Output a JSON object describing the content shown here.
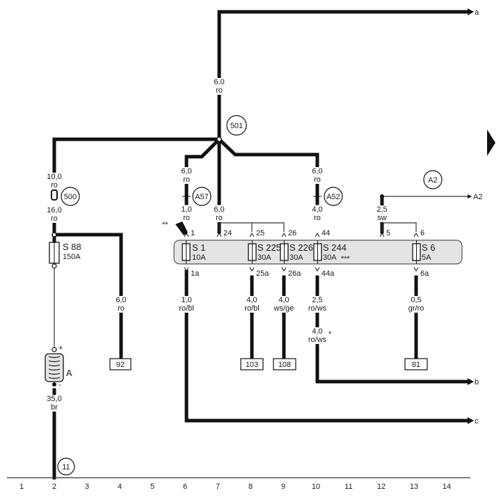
{
  "wires": {
    "top": {
      "size": "6,0",
      "color": "ro"
    },
    "left_top": {
      "size": "10,0",
      "color": "ro"
    },
    "left_bottom": {
      "size": "16,0",
      "color": "ro"
    },
    "s1_in_top": {
      "size": "6,0",
      "color": "ro"
    },
    "s1_in_bottom": {
      "size": "1,0",
      "color": "ro"
    },
    "s225_in": {
      "size": "6,0",
      "color": "ro"
    },
    "s244_in_top": {
      "size": "6,0",
      "color": "ro"
    },
    "s244_in_bottom": {
      "size": "4,0",
      "color": "ro"
    },
    "s6_in": {
      "size": "2,5",
      "color": "sw"
    },
    "to92": {
      "size": "6,0",
      "color": "ro"
    },
    "s1_out": {
      "size": "1,0",
      "color": "ro/bl"
    },
    "s225_out": {
      "size": "4,0",
      "color": "ro/bl"
    },
    "s226_out": {
      "size": "4,0",
      "color": "ws/ge"
    },
    "s244_out_1": {
      "size": "2,5",
      "color": "ro/ws"
    },
    "s244_out_2": {
      "size": "4,0",
      "color": "ro/ws"
    },
    "s6_out": {
      "size": "0,5",
      "color": "gr/ro"
    },
    "battery": {
      "size": "35,0",
      "color": "br"
    }
  },
  "connectors": {
    "c501": "501",
    "c500": "500",
    "a57": "A57",
    "a52": "A52",
    "a2": "A2",
    "c11": "11"
  },
  "edge_refs": {
    "a": "a",
    "b": "b",
    "c": "c",
    "a2": "A2"
  },
  "fuses": [
    {
      "id": "S 88",
      "amp": "150A",
      "in": "",
      "out": ""
    },
    {
      "id": "S 1",
      "amp": "10A",
      "in": "1",
      "out": "1a"
    },
    {
      "id": "S 225",
      "amp": "30A",
      "in": "25",
      "out": "25a"
    },
    {
      "id": "S 226",
      "amp": "30A",
      "in": "26",
      "out": "26a"
    },
    {
      "id": "S 244",
      "amp": "30A",
      "in": "44",
      "out": "44a"
    },
    {
      "id": "S 6",
      "amp": "5A",
      "in": "6",
      "out": "6a"
    }
  ],
  "pins": {
    "p24": "24",
    "p5": "5"
  },
  "marks": {
    "double_star": "**",
    "triple_star": "***",
    "single_star": "*"
  },
  "refs": [
    "92",
    "103",
    "108",
    "81"
  ],
  "battery": {
    "label": "A",
    "plus": "+",
    "minus": "-"
  },
  "grid": [
    "1",
    "2",
    "3",
    "4",
    "5",
    "6",
    "7",
    "8",
    "9",
    "10",
    "11",
    "12",
    "13",
    "14"
  ]
}
